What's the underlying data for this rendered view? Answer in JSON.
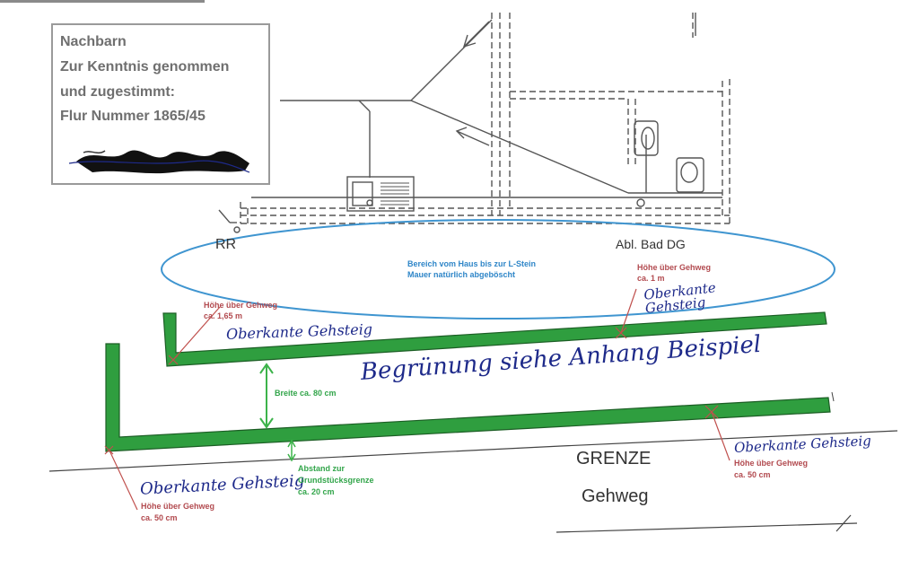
{
  "stamp": {
    "line1": "Nachbarn",
    "line2": "Zur Kenntnis genommen",
    "line3": "und zugestimmt:",
    "line4": "Flur Nummer 1865/45"
  },
  "plan_labels": {
    "rr": "RR",
    "bad": "Abl. Bad DG"
  },
  "ellipse_note": {
    "line1": "Bereich vom Haus bis zur L-Stein",
    "line2": "Mauer natürlich abgeböscht"
  },
  "heights": {
    "left_title": "Höhe über Gehweg",
    "left_value": "ca. 1,65 m",
    "right_title": "Höhe über Gehweg",
    "right_value": "ca. 1 m",
    "bottom_left_title": "Höhe über Gehweg",
    "bottom_left_value": "ca. 50 cm",
    "bottom_right_title": "Höhe über Gehweg",
    "bottom_right_value": "ca. 50 cm"
  },
  "handwriting": {
    "top_right": "Oberkante Gehsteig",
    "top_left": "Oberkante Gehsteig",
    "middle": "Begrünung siehe Anhang Beispiel",
    "bottom_right": "Oberkante Gehsteig",
    "bottom_left": "Oberkante Gehsteig"
  },
  "dimensions": {
    "width": "Breite ca. 80 cm",
    "distance_line1": "Abstand zur",
    "distance_line2": "Grundstücksgrenze",
    "distance_line3": "ca. 20 cm"
  },
  "boundary": {
    "grenze": "GRENZE",
    "gehweg": "Gehweg"
  },
  "colors": {
    "wall_fill": "#2f9e3f",
    "wall_stroke": "#1c5e25",
    "ellipse": "#3f95d0",
    "marker": "#c0504d",
    "green_dim": "#3cb34a",
    "plan_line": "#555555",
    "handwriting": "#1e2a8a"
  }
}
